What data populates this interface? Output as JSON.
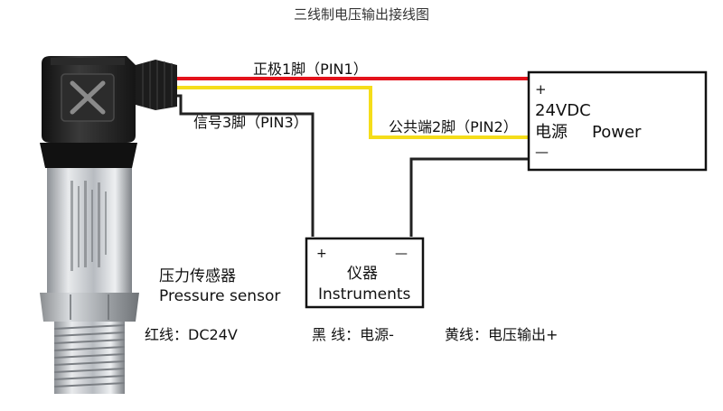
{
  "title": "三线制电压输出接线图",
  "wires": {
    "red": {
      "label": "正极1脚（PIN1）",
      "color": "#e3121b"
    },
    "yellow": {
      "label": "公共端2脚（PIN2）",
      "color": "#f5dd1a"
    },
    "black": {
      "label": "信号3脚（PIN3）",
      "color": "#222222"
    }
  },
  "power_box": {
    "plus": "+",
    "voltage": "24VDC",
    "label_cn": "电源",
    "label_en": "Power",
    "minus": "—"
  },
  "instrument_box": {
    "plus": "+",
    "minus": "—",
    "label_cn": "仪器",
    "label_en": "Instruments"
  },
  "sensor": {
    "label_cn": "压力传感器",
    "label_en": "Pressure sensor"
  },
  "legend": {
    "red": "红线：DC24V",
    "black": "黑 线：电源-",
    "yellow": "黄线：电压输出+"
  },
  "colors": {
    "red_wire": "#e3121b",
    "yellow_wire": "#f5dd1a",
    "black_wire": "#222222",
    "connector": "#1f1f1f",
    "steel": "#c9ccd0"
  }
}
